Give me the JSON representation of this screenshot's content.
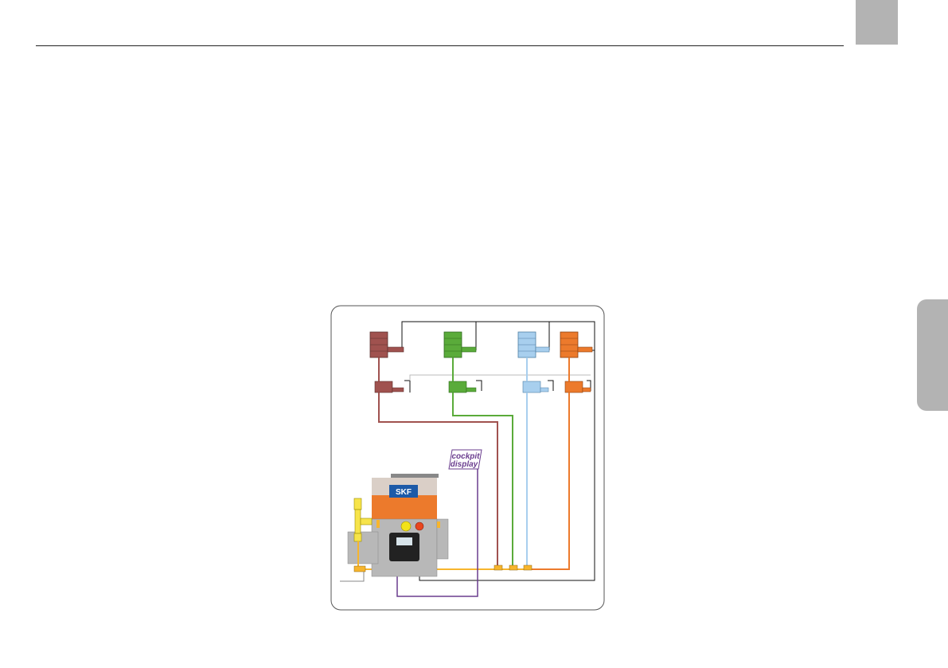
{
  "diagram": {
    "cockpit_label_line1": "cockpit",
    "cockpit_label_line2": "display",
    "pump_logo": "SKF",
    "colors": {
      "brown": "#a0524f",
      "green": "#5aab3a",
      "blue": "#a8cfee",
      "orange": "#ec7a2c",
      "purple": "#6a3d8e",
      "supply_yellow": "#f7b52d",
      "pump_grey": "#b8b8b8"
    }
  }
}
